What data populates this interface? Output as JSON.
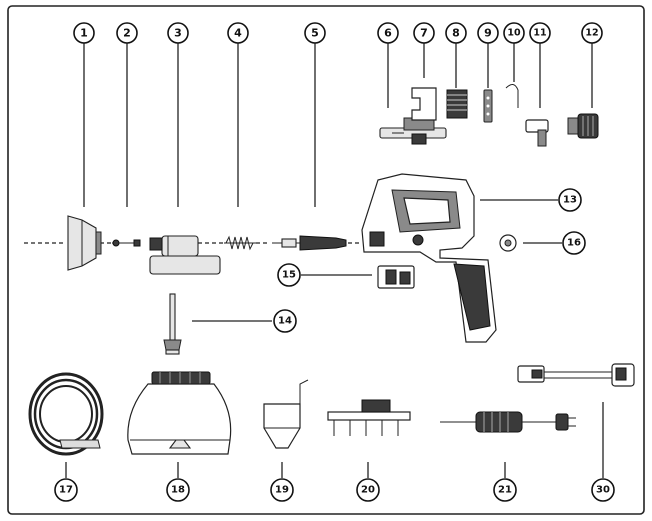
{
  "diagram": {
    "background": "#ffffff",
    "line_color": "#222222",
    "callouts": [
      {
        "id": "1",
        "label": "1"
      },
      {
        "id": "2",
        "label": "2"
      },
      {
        "id": "3",
        "label": "3"
      },
      {
        "id": "4",
        "label": "4"
      },
      {
        "id": "5",
        "label": "5"
      },
      {
        "id": "6",
        "label": "6"
      },
      {
        "id": "7",
        "label": "7"
      },
      {
        "id": "8",
        "label": "8"
      },
      {
        "id": "9",
        "label": "9"
      },
      {
        "id": "10",
        "label": "10"
      },
      {
        "id": "11",
        "label": "11"
      },
      {
        "id": "12",
        "label": "12"
      },
      {
        "id": "13",
        "label": "13"
      },
      {
        "id": "14",
        "label": "14"
      },
      {
        "id": "15",
        "label": "15"
      },
      {
        "id": "16",
        "label": "16"
      },
      {
        "id": "17",
        "label": "17"
      },
      {
        "id": "18",
        "label": "18"
      },
      {
        "id": "19",
        "label": "19"
      },
      {
        "id": "20",
        "label": "20"
      },
      {
        "id": "21",
        "label": "21"
      },
      {
        "id": "30",
        "label": "30"
      }
    ]
  }
}
